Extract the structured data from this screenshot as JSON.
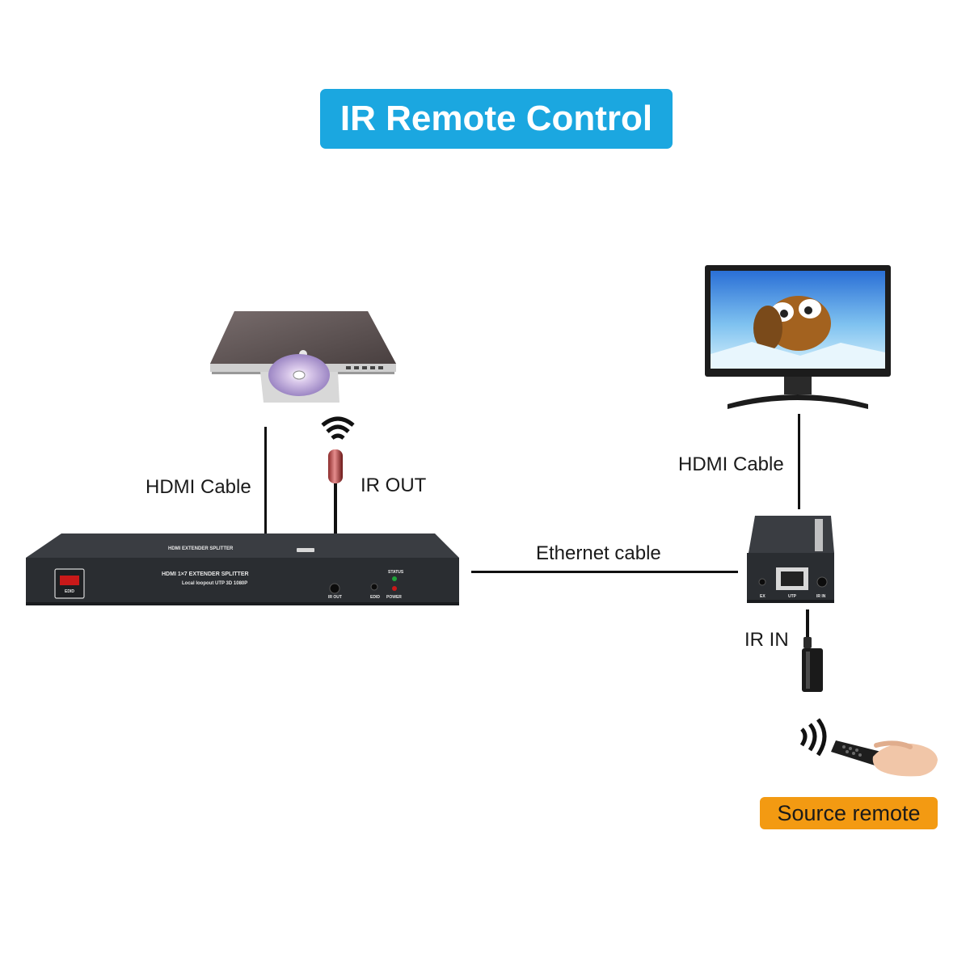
{
  "title": "IR Remote Control",
  "colors": {
    "title_badge": "#1ba7e0",
    "remote_badge": "#f39a12",
    "device_body": "#2a2d31",
    "cable": "#111111"
  },
  "labels": {
    "hdmi_cable_left": "HDMI Cable",
    "ir_out": "IR OUT",
    "hdmi_cable_right": "HDMI Cable",
    "ethernet_cable": "Ethernet cable",
    "ir_in": "IR IN",
    "source_remote": "Source remote"
  },
  "splitter": {
    "name_line1": "HDMI 1×7 EXTENDER SPLITTER",
    "name_line2": "Local loopout UTP 3D 1080P",
    "top_text": "HDMI EXTENDER SPLITTER",
    "edid": "EDID",
    "port_ir_out": "IR OUT",
    "port_edid": "EDID",
    "status": "STATUS",
    "power": "POWER"
  },
  "receiver": {
    "port_ir_in": "IR IN",
    "port_utp": "UTP",
    "port_ex": "EX"
  },
  "icons": [
    "dvd-player-icon",
    "monitor-icon",
    "ir-emitter-icon",
    "ir-receiver-icon",
    "remote-hand-icon",
    "ir-signal-icon"
  ]
}
